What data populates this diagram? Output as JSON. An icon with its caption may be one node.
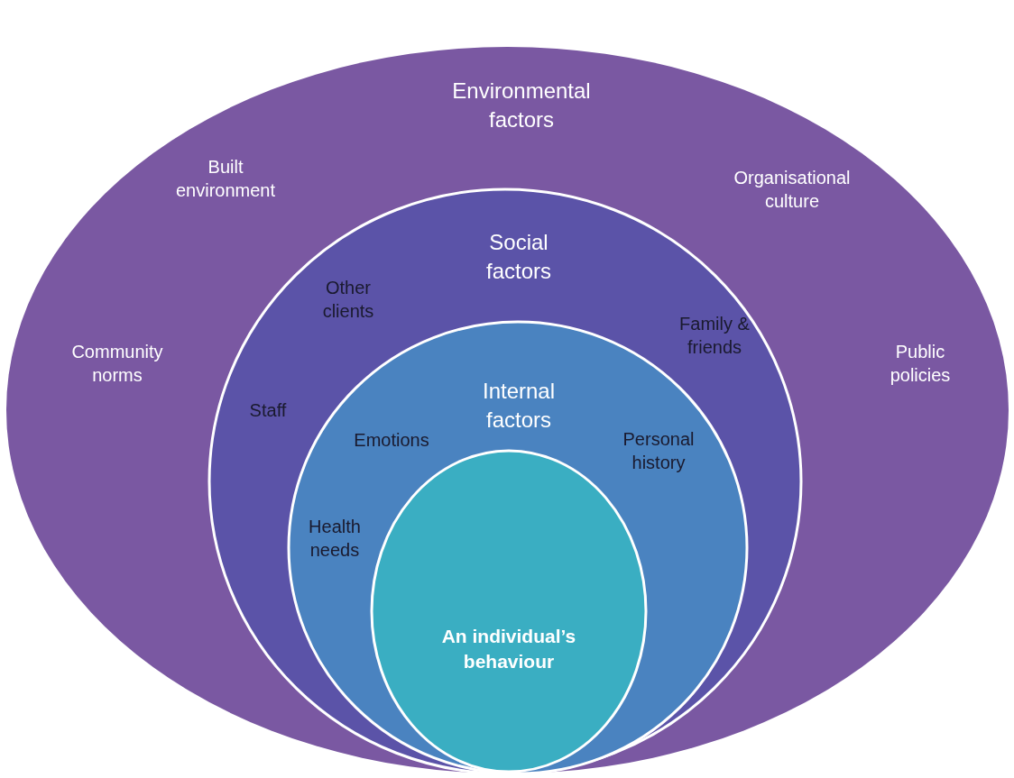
{
  "diagram": {
    "nodes": [
      {
        "text": [
          "Environmental factors",
          "Built environment",
          "Organisational culture",
          "Community norms",
          "Public policies"
        ]
      },
      {
        "text": [
          "Social factors",
          "Other clients",
          "Family & friends",
          "Staff"
        ],
        "in": 0
      },
      {
        "text": [
          "Internal factors",
          "Emotions",
          "Personal history",
          "Health needs"
        ],
        "in": 1
      },
      {
        "text": [
          "An individual’s behaviour"
        ],
        "in": 2
      }
    ],
    "edges": []
  }
}
